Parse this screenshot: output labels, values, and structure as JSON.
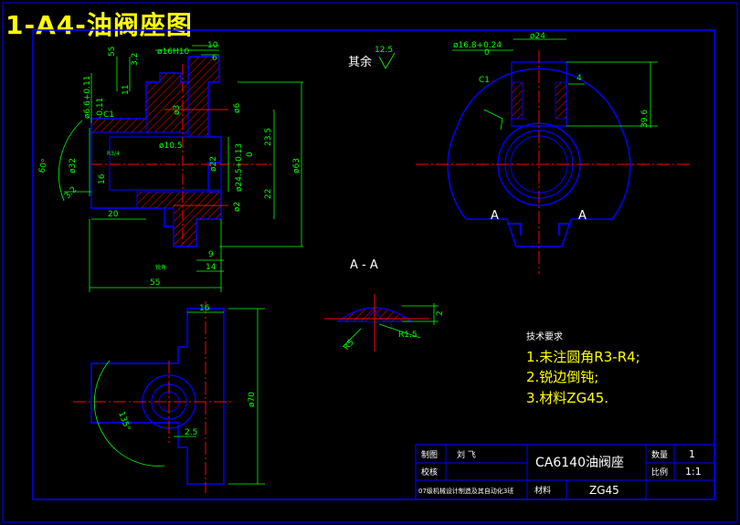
{
  "title": "1-A4-油阀座图",
  "colors": {
    "frame": "#0000ff",
    "part": "#0000ff",
    "dim": "#00ff00",
    "center": "#ff0000",
    "hatch": "#ff0000",
    "text": "#ffffff",
    "title": "#ffff00",
    "note": "#ffff00"
  },
  "front_view": {
    "dims": {
      "d16h10": "ø16H10",
      "d10": "10",
      "d6": "6",
      "d55_small": "55",
      "d32_small": "3.2",
      "d11": "11",
      "d66": "ø6.6+0.11",
      "d66b": "-0.11",
      "c1": "C1",
      "d3a": "ø3",
      "d6b": "ø6",
      "d105": "ø10.5",
      "d235": "23.5",
      "d63": "ø63",
      "d22": "ø22",
      "d245": "ø24.5+0.13",
      "d245b": "0",
      "d22b": "22",
      "d2": "ø2",
      "d32": "ø32",
      "d60": "60°",
      "d16": "16",
      "d20": "20",
      "d3b": "3.2",
      "d9": "9",
      "d14": "14",
      "d55": "55",
      "r34": "R3/4",
      "sharp": "锐角"
    }
  },
  "top_view": {
    "dims": {
      "d168": "ø16.8+0.24",
      "d168b": "0",
      "d24": "ø24",
      "c1": "C1",
      "d4": "4",
      "d396": "39.6"
    },
    "section_label": "A"
  },
  "side_view": {
    "dims": {
      "d16": "16",
      "d70": "ø70",
      "d135": "135°",
      "d25": "2.5"
    }
  },
  "section": {
    "title": "A - A",
    "r15": "R1.5",
    "r5": "R5",
    "d2": "2"
  },
  "roughness_other": "其余",
  "roughness_val": "12.5",
  "tech": {
    "heading": "技术要求",
    "items": [
      "1.未注圆角R3-R4;",
      "2.锐边倒钝;",
      "3.材料ZG45."
    ]
  },
  "title_block": {
    "drawn_label": "制图",
    "drawn_name": "刘 飞",
    "check_label": "校核",
    "part_name": "CA6140油阀座",
    "qty_label": "数量",
    "qty": "1",
    "scale_label": "比例",
    "scale": "1:1",
    "material_label": "材料",
    "material": "ZG45",
    "school": "07级机械设计制造及其自动化3班"
  }
}
